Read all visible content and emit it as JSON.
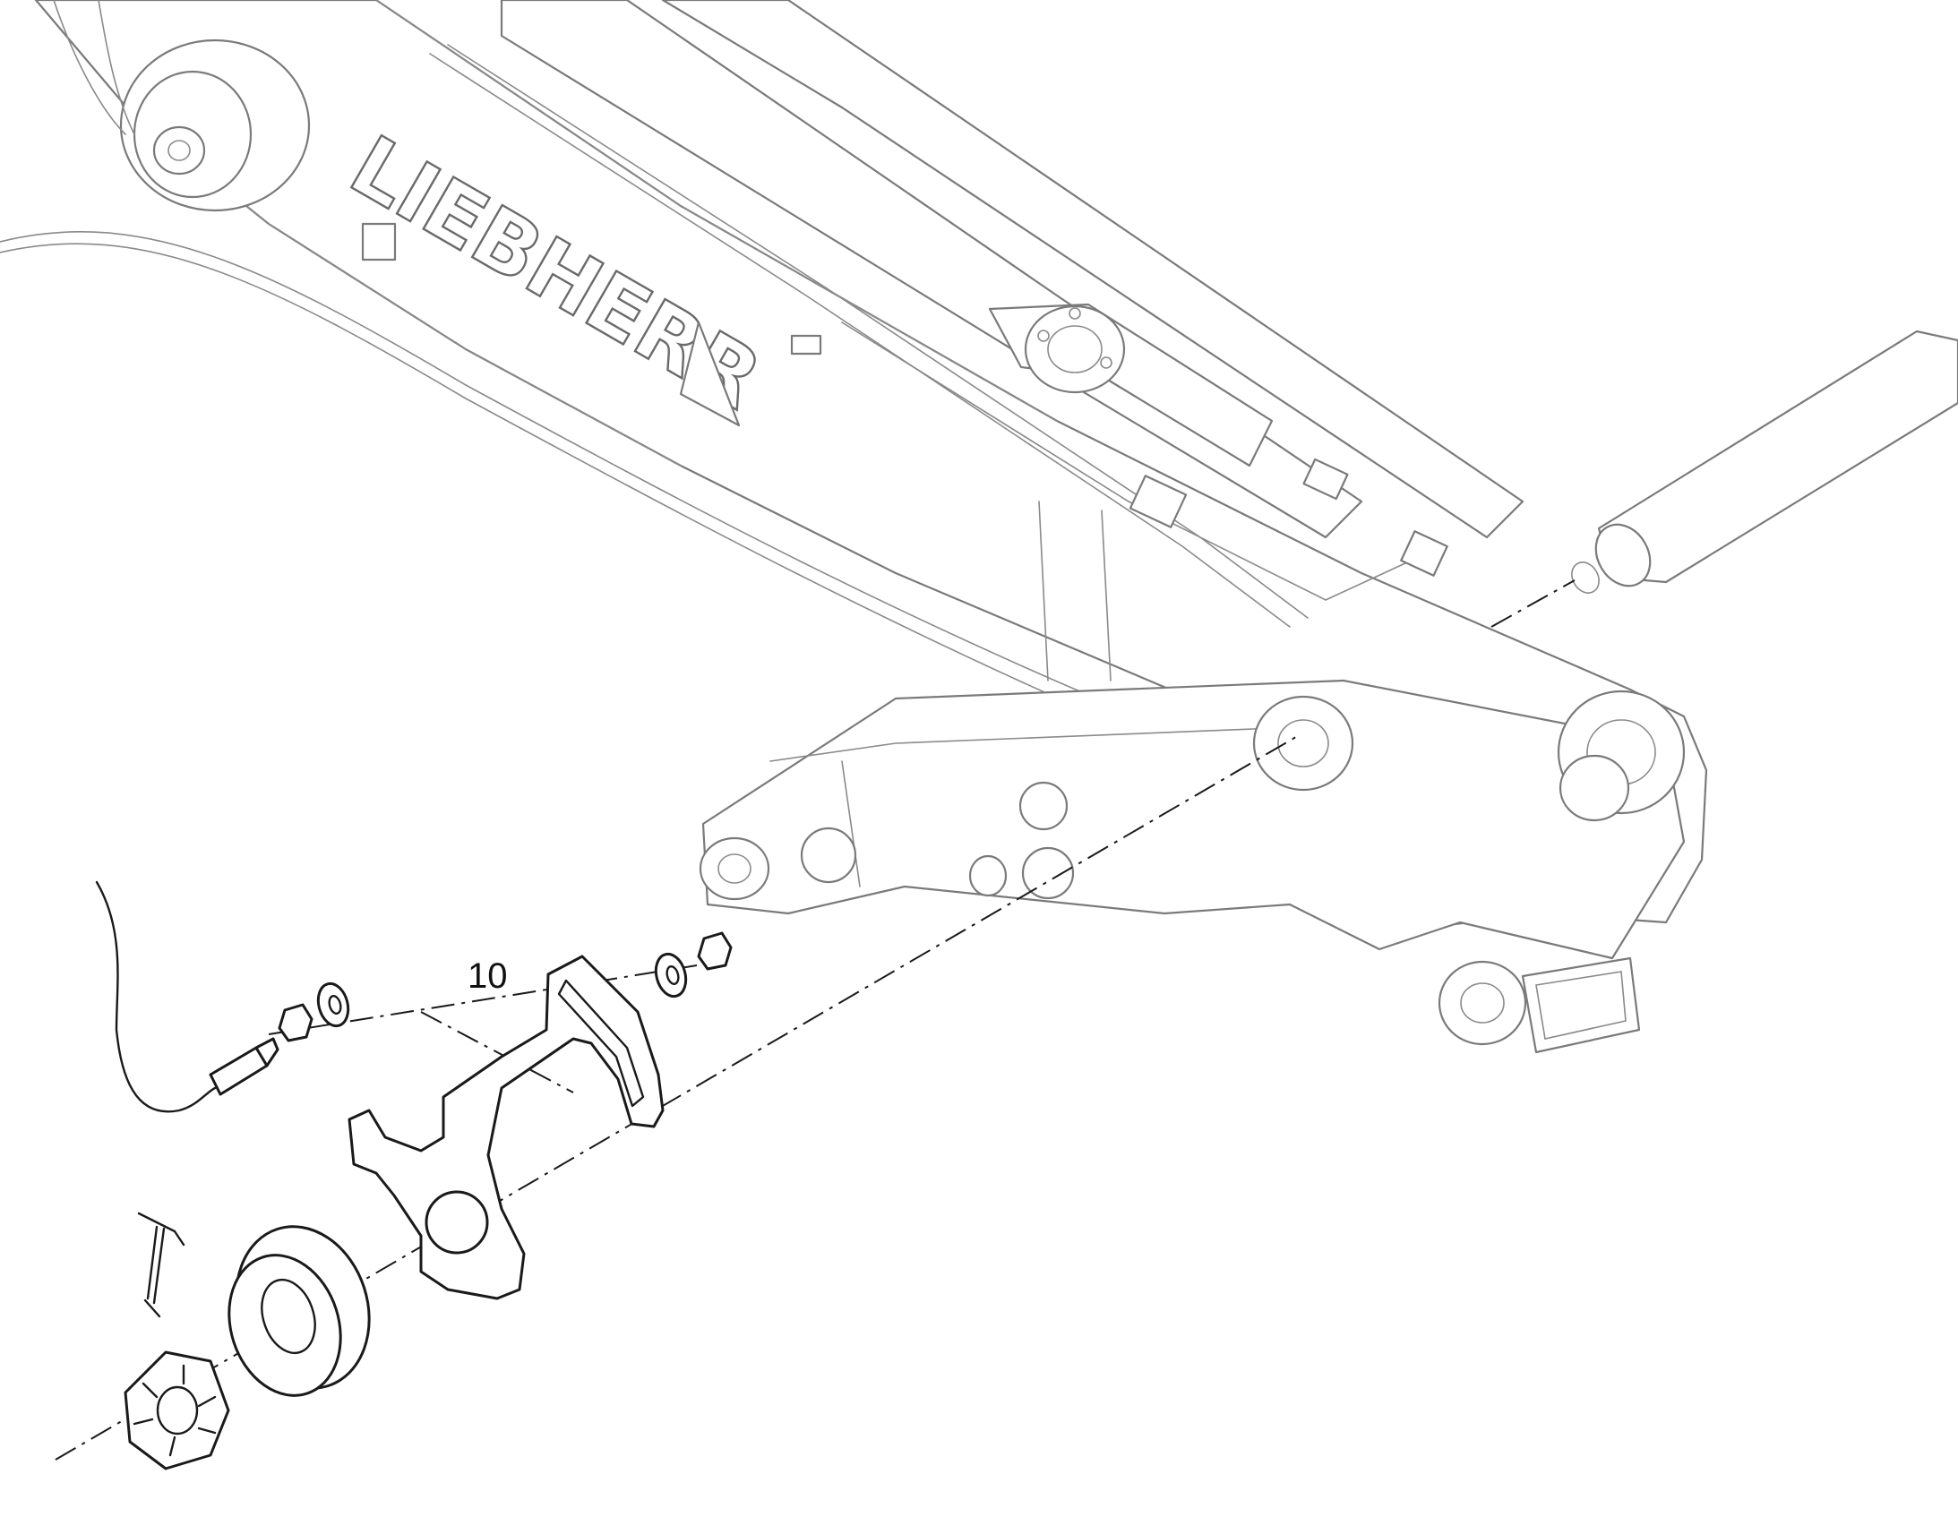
{
  "brand_logo": "LIEBHERR",
  "callouts": [
    {
      "id": "callout-10",
      "label": "10"
    }
  ],
  "colors": {
    "background": "#ffffff",
    "background_parts": "#7a7a7a",
    "highlighted_parts": "#1a1a1a"
  }
}
